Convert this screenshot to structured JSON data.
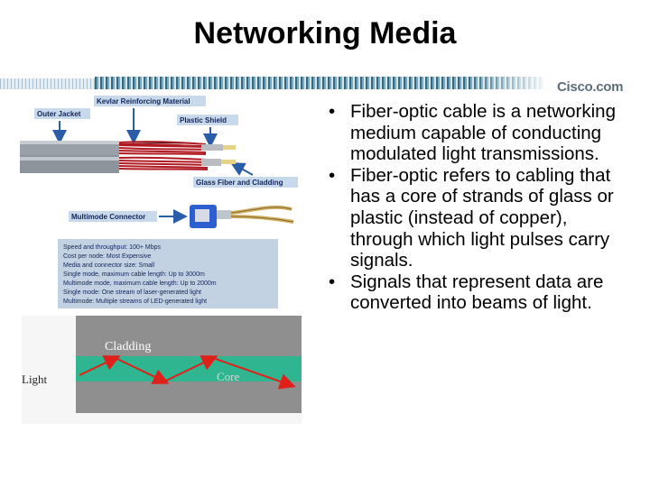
{
  "slide": {
    "title": "Networking Media"
  },
  "header": {
    "logo_text": "Cisco.com",
    "logo_color": "#5c6f79",
    "banner_color": "#2f6d86"
  },
  "cable_diagram": {
    "labels": {
      "outer_jacket": "Outer Jacket",
      "kevlar": "Kevlar Reinforcing Material",
      "plastic_shield": "Plastic Shield",
      "glass_fiber": "Glass Fiber and Cladding",
      "connector": "Multimode Connector"
    },
    "specs": [
      "Speed and throughput:  100+ Mbps",
      "Cost per node:  Most Expensive",
      "Media and connector size:  Small",
      "Single mode, maximum cable length:  Up to 3000m",
      "Multimode mode, maximum cable length:  Up to 2000m",
      "Single mode:  One stream of laser-generated light",
      "Multimode:  Multiple streams of LED-generated light"
    ]
  },
  "core_diagram": {
    "cladding": "Cladding",
    "light": "Light",
    "core": "Core",
    "core_color": "#2fb58f",
    "arrow_color": "#e0201b"
  },
  "bullets": [
    "Fiber-optic cable is a networking medium capable of conducting modulated light transmissions.",
    "Fiber-optic refers to cabling that has a core of strands of glass or plastic (instead of copper), through which light pulses carry signals.",
    "Signals that represent data are converted into beams of light."
  ]
}
